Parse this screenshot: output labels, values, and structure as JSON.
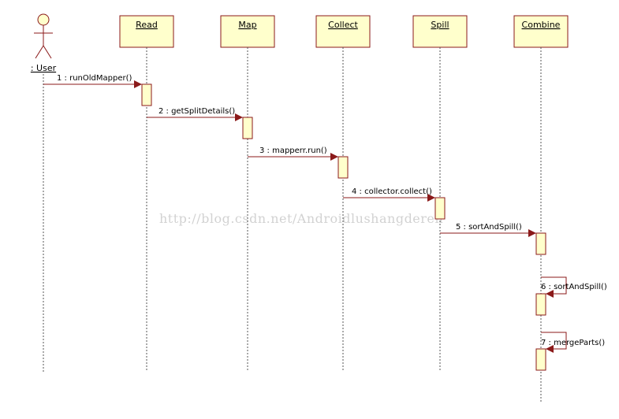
{
  "colors": {
    "box_fill": "#ffffcc",
    "box_stroke": "#8b1a1a",
    "message_line": "#8b1a1a",
    "lifeline": "#555555",
    "watermark": "#d2d2d2"
  },
  "actor": {
    "label": ": User"
  },
  "lifelines": [
    {
      "id": "read",
      "label": "Read"
    },
    {
      "id": "map",
      "label": "Map"
    },
    {
      "id": "collect",
      "label": "Collect"
    },
    {
      "id": "spill",
      "label": "Spill"
    },
    {
      "id": "combine",
      "label": "Combine"
    }
  ],
  "messages": [
    {
      "seq": 1,
      "label": "1 : runOldMapper()",
      "from": "user",
      "to": "read"
    },
    {
      "seq": 2,
      "label": "2 : getSplitDetails()",
      "from": "read",
      "to": "map"
    },
    {
      "seq": 3,
      "label": "3 : mapperr.run()",
      "from": "map",
      "to": "collect"
    },
    {
      "seq": 4,
      "label": "4 : collector.collect()",
      "from": "collect",
      "to": "spill"
    },
    {
      "seq": 5,
      "label": "5 : sortAndSpill()",
      "from": "spill",
      "to": "combine"
    },
    {
      "seq": 6,
      "label": "6 : sortAndSpill()",
      "from": "combine",
      "to": "combine"
    },
    {
      "seq": 7,
      "label": "7 : mergeParts()",
      "from": "combine",
      "to": "combine"
    }
  ],
  "watermark": "http://blog.csdn.net/Androidlushangderen"
}
